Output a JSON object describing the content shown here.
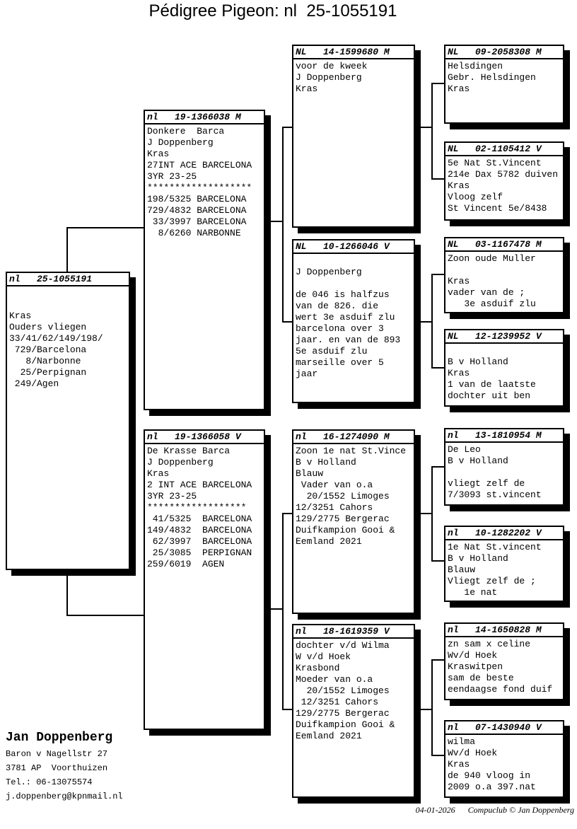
{
  "title": "Pédigree Pigeon: nl  25-1055191",
  "boxes": [
    {
      "id": "25-1055191",
      "header": "nl   25-1055191",
      "lines": [
        "",
        "",
        "Kras",
        "Ouders vliegen",
        "33/41/62/149/198/",
        " 729/Barcelona",
        "   8/Narbonne",
        "  25/Perpignan",
        " 249/Agen"
      ]
    },
    {
      "id": "19-1366038",
      "header": "nl   19-1366038 M",
      "lines": [
        "Donkere  Barca",
        "J Doppenberg",
        "Kras",
        "27INT ACE BARCELONA",
        "3YR 23-25",
        "*******************",
        "198/5325 BARCELONA",
        "729/4832 BARCELONA",
        " 33/3997 BARCELONA",
        "  8/6260 NARBONNE"
      ]
    },
    {
      "id": "19-1366058",
      "header": "nl   19-1366058 V",
      "lines": [
        "De Krasse Barca",
        "J Doppenberg",
        "Kras",
        "2 INT ACE BARCELONA",
        "3YR 23-25",
        "******************",
        " 41/5325  BARCELONA",
        "149/4832  BARCELONA",
        " 62/3997  BARCELONA",
        " 25/3085  PERPIGNAN",
        "259/6019  AGEN"
      ]
    },
    {
      "id": "14-1599680",
      "header": "NL   14-1599680 M",
      "lines": [
        "voor de kweek",
        "J Doppenberg",
        "Kras"
      ]
    },
    {
      "id": "10-1266046",
      "header": "NL   10-1266046 V",
      "lines": [
        "",
        "J Doppenberg",
        "",
        "de 046 is halfzus",
        "van de 826. die",
        "wert 3e asduif zlu",
        "barcelona over 3",
        "jaar. en van de 893",
        "5e asduif zlu",
        "marseille over 5",
        "jaar"
      ]
    },
    {
      "id": "16-1274090",
      "header": "nl   16-1274090 M",
      "lines": [
        "Zoon 1e nat St.Vince",
        "B v Holland",
        "Blauw",
        " Vader van o.a",
        "  20/1552 Limoges",
        "12/3251 Cahors",
        "129/2775 Bergerac",
        "Duifkampion Gooi &",
        "Eemland 2021"
      ]
    },
    {
      "id": "18-1619359",
      "header": "nl   18-1619359 V",
      "lines": [
        "dochter v/d Wilma",
        "W v/d Hoek",
        "Krasbond",
        "Moeder van o.a",
        "  20/1552 Limoges",
        " 12/3251 Cahors",
        "129/2775 Bergerac",
        "Duifkampion Gooi &",
        "Eemland 2021"
      ]
    },
    {
      "id": "09-2058308",
      "header": "NL   09-2058308 M",
      "lines": [
        "Helsdingen",
        "Gebr. Helsdingen",
        "Kras"
      ]
    },
    {
      "id": "02-1105412",
      "header": "NL   02-1105412 V",
      "lines": [
        "5e Nat St.Vincent",
        "214e Dax 5782 duiven",
        "Kras",
        "Vloog zelf",
        "St Vincent 5e/8438"
      ]
    },
    {
      "id": "03-1167478",
      "header": "NL   03-1167478 M",
      "lines": [
        "Zoon oude Muller",
        "",
        "Kras",
        "vader van de ;",
        "   3e asduif zlu"
      ]
    },
    {
      "id": "12-1239952",
      "header": "NL   12-1239952 V",
      "lines": [
        "",
        "B v Holland",
        "Kras",
        "1 van de laatste",
        "dochter uit ben"
      ]
    },
    {
      "id": "13-1810954",
      "header": "nl   13-1810954 M",
      "lines": [
        "De Leo",
        "B v Holland",
        "",
        "vliegt zelf de",
        "7/3093 st.vincent"
      ]
    },
    {
      "id": "10-1282202",
      "header": "nl   10-1282202 V",
      "lines": [
        "1e Nat St.vincent",
        "B v Holland",
        "Blauw",
        "Vliegt zelf de ;",
        "   1e nat"
      ]
    },
    {
      "id": "14-1650828",
      "header": "nl   14-1650828 M",
      "lines": [
        "zn sam x celine",
        "Wv/d Hoek",
        "Kraswitpen",
        "sam de beste",
        "eendaagse fond duif"
      ]
    },
    {
      "id": "07-1430940",
      "header": "nl   07-1430940 V",
      "lines": [
        "wilma",
        "Wv/d Hoek",
        "Kras",
        "de 940 vloog in",
        "2009 o.a 397.nat"
      ]
    }
  ],
  "owner": {
    "name": "Jan Doppenberg",
    "lines": [
      "Baron v Nagellstr 27",
      "3781 AP  Voorthuizen",
      "Tel.: 06-13075574",
      "j.doppenberg@kpnmail.nl"
    ]
  },
  "footer": {
    "date": "04-01-2026",
    "credit": "Compuclub © Jan Doppenberg"
  }
}
